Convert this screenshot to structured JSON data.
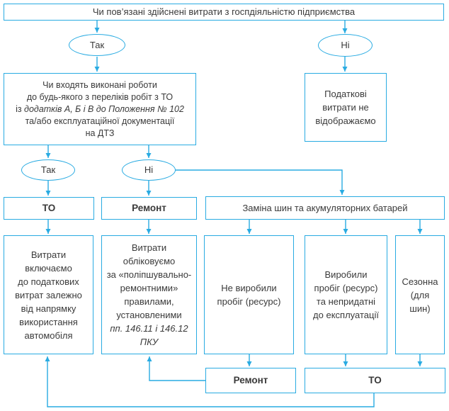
{
  "colors": {
    "accent": "#29abe2",
    "text": "#3a3a3a",
    "background": "#ffffff"
  },
  "nodes": {
    "top_question": {
      "label": "Чи пов’язані здійснені витрати з госпдіяльністю підприємства"
    },
    "yes_top": {
      "label": "Так"
    },
    "no_top": {
      "label": "Ні"
    },
    "maintenance_question": {
      "lines": [
        [
          "Чи входять виконані роботи"
        ],
        [
          "до будь-якого з переліків робіт з ТО"
        ],
        [
          "із ",
          {
            "t": "додатків А, Б і В до Положення № 102",
            "i": true
          }
        ],
        [
          "та/або експлуатаційної документації"
        ],
        [
          "на ДТЗ"
        ]
      ]
    },
    "no_tax_expenses": {
      "lines": [
        [
          "Податкові"
        ],
        [
          "витрати не"
        ],
        [
          "відображаємо"
        ]
      ]
    },
    "yes_mid": {
      "label": "Так"
    },
    "no_mid": {
      "label": "Ні"
    },
    "branch_to": {
      "label": "ТО"
    },
    "branch_repair": {
      "label": "Ремонт"
    },
    "branch_tire_battery": {
      "label": "Заміна шин та акумуляторних батарей"
    },
    "outcome_to": {
      "lines": [
        [
          "Витрати"
        ],
        [
          "включаємо"
        ],
        [
          "до податкових"
        ],
        [
          "витрат залежно"
        ],
        [
          "від напрямку"
        ],
        [
          "використання"
        ],
        [
          "автомобіля"
        ]
      ]
    },
    "outcome_repair": {
      "lines": [
        [
          "Витрати"
        ],
        [
          "обліковуємо"
        ],
        [
          "за «поліпшувально-"
        ],
        [
          "ремонтними»"
        ],
        [
          "правилами,"
        ],
        [
          "установленими"
        ],
        [
          {
            "t": "пп. 146.11 і 146.12",
            "i": true
          }
        ],
        [
          {
            "t": "ПКУ",
            "i": true
          }
        ]
      ]
    },
    "tires_not_worn": {
      "lines": [
        [
          "Не виробили"
        ],
        [
          "пробіг (ресурс)"
        ]
      ]
    },
    "tires_worn": {
      "lines": [
        [
          "Виробили"
        ],
        [
          "пробіг (ресурс)"
        ],
        [
          "та непридатні"
        ],
        [
          "до експлуатації"
        ]
      ]
    },
    "seasonal": {
      "lines": [
        [
          "Сезонна"
        ],
        [
          "(для"
        ],
        [
          "шин)"
        ]
      ]
    },
    "repair_bottom": {
      "label": "Ремонт"
    },
    "to_bottom": {
      "label": "ТО"
    }
  }
}
